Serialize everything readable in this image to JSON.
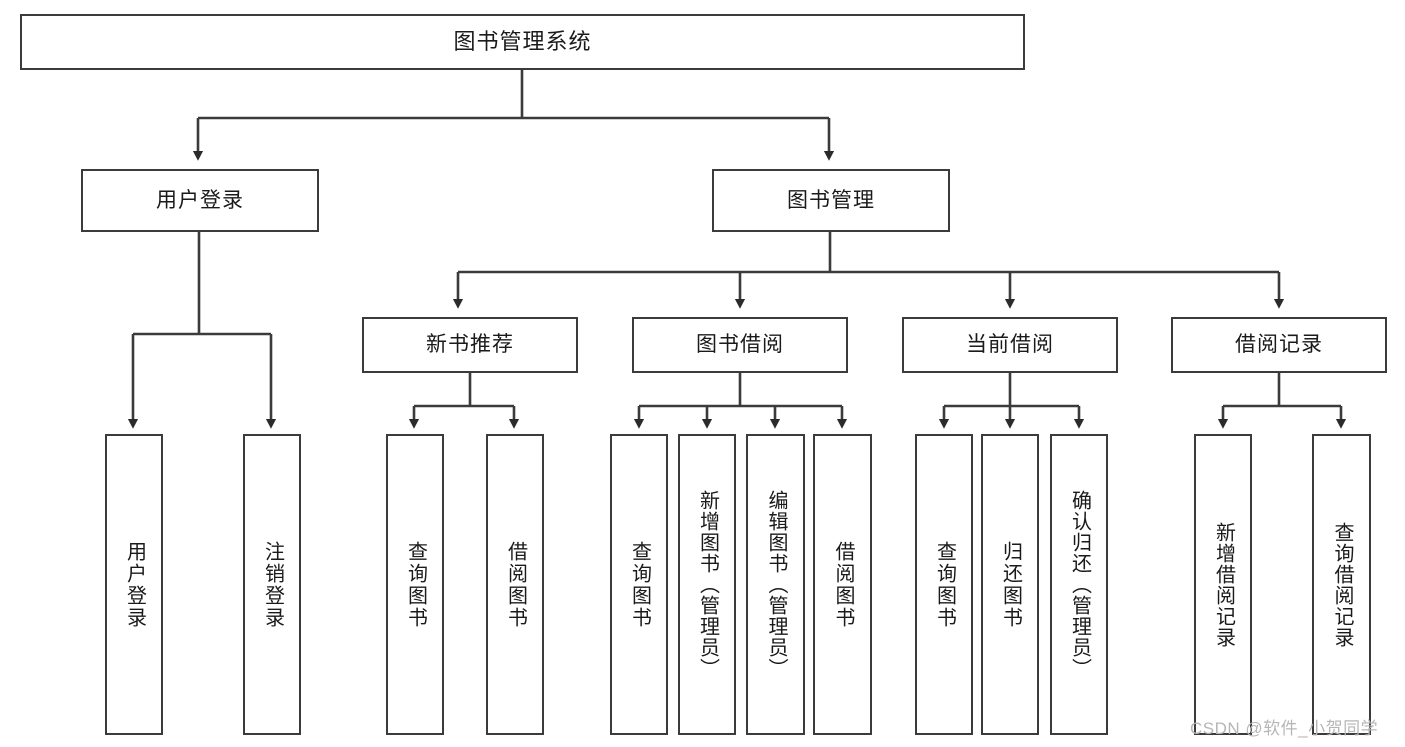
{
  "diagram": {
    "title": "图书管理系统",
    "type": "functional-structure-tree",
    "root": {
      "id": "root",
      "label": "图书管理系统"
    },
    "level1": [
      {
        "id": "user-login",
        "label": "用户登录"
      },
      {
        "id": "book-manage",
        "label": "图书管理"
      }
    ],
    "level2": [
      {
        "id": "new-book-rec",
        "label": "新书推荐",
        "parent": "book-manage"
      },
      {
        "id": "book-borrow",
        "label": "图书借阅",
        "parent": "book-manage"
      },
      {
        "id": "current-borrow",
        "label": "当前借阅",
        "parent": "book-manage"
      },
      {
        "id": "borrow-record",
        "label": "借阅记录",
        "parent": "book-manage"
      }
    ],
    "leaves": {
      "user_login": [
        {
          "id": "leaf-user-login",
          "label": "用户登录"
        },
        {
          "id": "leaf-logout-login",
          "label": "注销登录"
        }
      ],
      "new_book_rec": [
        {
          "id": "leaf-query-book-1",
          "label": "查询图书"
        },
        {
          "id": "leaf-borrow-book-1",
          "label": "借阅图书"
        }
      ],
      "book_borrow": [
        {
          "id": "leaf-query-book-2",
          "label": "查询图书"
        },
        {
          "id": "leaf-add-book",
          "label": "新增图书（管理员）"
        },
        {
          "id": "leaf-edit-book",
          "label": "编辑图书（管理员）"
        },
        {
          "id": "leaf-borrow-book-2",
          "label": "借阅图书"
        }
      ],
      "current_borrow": [
        {
          "id": "leaf-query-book-3",
          "label": "查询图书"
        },
        {
          "id": "leaf-return-book",
          "label": "归还图书"
        },
        {
          "id": "leaf-confirm-return",
          "label": "确认归还（管理员）"
        }
      ],
      "borrow_record": [
        {
          "id": "leaf-add-record",
          "label": "新增借阅记录"
        },
        {
          "id": "leaf-query-record",
          "label": "查询借阅记录"
        }
      ]
    }
  },
  "watermark": {
    "text": "CSDN @软件_小贺同学"
  },
  "colors": {
    "stroke": "#3b3b3b",
    "fill": "#ffffff",
    "text": "#1a1a1a",
    "watermark": "#b6b6b6"
  }
}
